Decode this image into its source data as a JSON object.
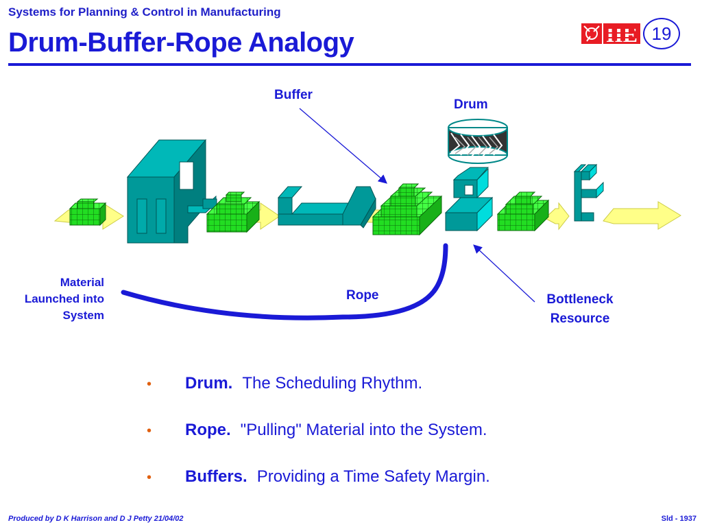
{
  "header": {
    "course_title": "Systems for Planning & Control in Manufacturing",
    "slide_title": "Drum-Buffer-Rope Analogy",
    "slide_number": "19",
    "logo_text": "IIE"
  },
  "diagram": {
    "buffer_label": "Buffer",
    "drum_label": "Drum",
    "rope_label": "Rope",
    "material_label": "Material Launched into System",
    "bottleneck_label": "Bottleneck Resource"
  },
  "bullets": [
    {
      "term": "Drum.",
      "text": "The Scheduling Rhythm."
    },
    {
      "term": "Rope.",
      "text": "\"Pulling\" Material into the System."
    },
    {
      "term": "Buffers.",
      "text": "Providing a Time Safety Margin."
    }
  ],
  "footer": {
    "produced_by": "Produced by D K Harrison and D J Petty 21/04/02",
    "slide_id": "Sld - 1937"
  },
  "colors": {
    "title_blue": "#1a1ad6",
    "machine_teal": "#009999",
    "material_green": "#22dd22",
    "arrow_yellow": "#ffff88",
    "bullet_orange": "#e06010"
  }
}
